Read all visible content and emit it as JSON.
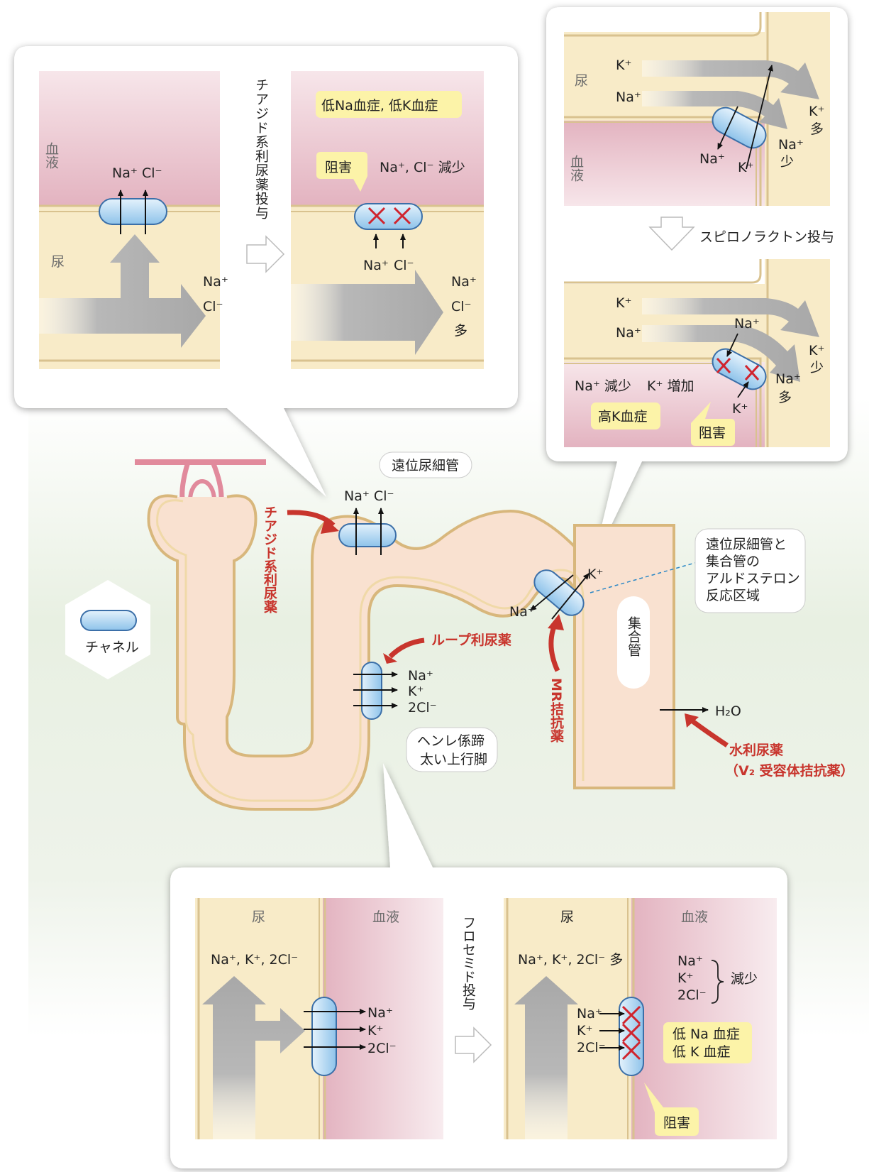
{
  "thiazide_panel": {
    "blood": "血液",
    "urine": "尿",
    "arrow_text": "チアジド系利尿薬投与",
    "condition": "低Na血症, 低K血症",
    "block": "阻害",
    "decrease": "Na⁺, Cl⁻ 減少",
    "na": "Na⁺",
    "cl": "Cl⁻",
    "many": "多"
  },
  "spironolactone_panel": {
    "urine": "尿",
    "blood": "血液",
    "k": "K⁺",
    "na": "Na⁺",
    "many": "多",
    "few": "少",
    "arrow_text": "スピロノラクトン投与",
    "na_decrease": "Na⁺ 減少",
    "k_increase": "K⁺ 増加",
    "condition": "高K血症",
    "block": "阻害"
  },
  "nephron": {
    "distal_tubule": "遠位尿細管",
    "thiazide": "チアジド系利尿薬",
    "ions_top": "Na⁺  Cl⁻",
    "loop_diuretic": "ループ利尿薬",
    "loop_ions": [
      "Na⁺",
      "K⁺",
      "2Cl⁻"
    ],
    "henle": "ヘンレ係蹄\n太い上行脚",
    "mr_antagonist": "MR拮抗薬",
    "collecting_duct": "集合管",
    "aldosterone_region": "遠位尿細管と\n集合管の\nアルドステロン\n反応区域",
    "h2o": "H₂O",
    "aquaretic": "水利尿薬",
    "aquaretic_sub": "（V₂ 受容体拮抗薬）",
    "k": "K⁺",
    "na": "Na⁺"
  },
  "legend": {
    "channel": "チャネル"
  },
  "furosemide_panel": {
    "urine": "尿",
    "blood": "血液",
    "ions": "Na⁺, K⁺, 2Cl⁻",
    "ions_many": "Na⁺, K⁺, 2Cl⁻ 多",
    "arrow_text": "フロセミド投与",
    "decrease": "減少",
    "condition_1": "低 Na 血症",
    "condition_2": "低 K 血症",
    "block": "阻害",
    "na": "Na⁺",
    "k": "K⁺",
    "cl2": "2Cl⁻"
  },
  "colors": {
    "urine": "#f8ebc8",
    "blood": "#ecc2cd",
    "tubule": "#f9e1d0",
    "channel": "#a9d3f0",
    "red": "#c8352d"
  }
}
